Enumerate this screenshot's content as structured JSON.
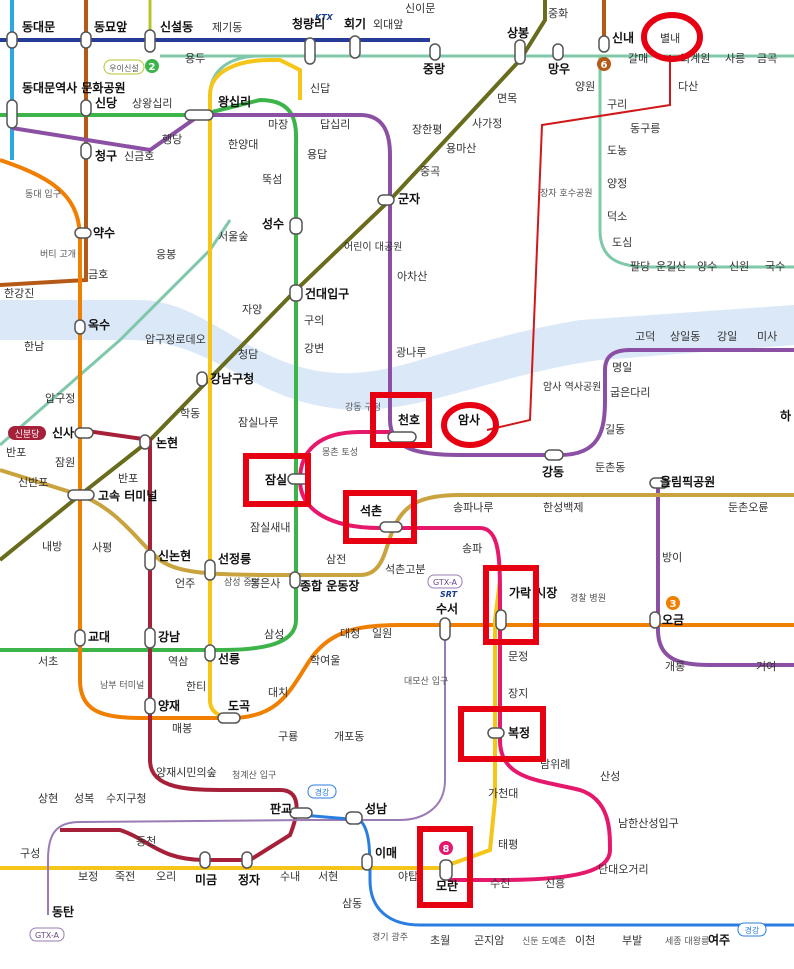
{
  "stations": {
    "dongdaemun": "동대문",
    "dongmyo": "동묘앞",
    "sinseoldong": "신설동",
    "jegidong": "제기동",
    "cheongnyangni": "청량리",
    "hoegi": "회기",
    "oedae": "외대앞",
    "sinimun": "신이문",
    "sangbong": "상봉",
    "junghwa": "중화",
    "sinnae": "신내",
    "byeollae": "별내",
    "ddp": "동대문역사 문화공원",
    "sindang": "신당",
    "sangwangsimni": "상왕십리",
    "wangsimni": "왕십리",
    "yongdu": "용두",
    "jungnang": "중랑",
    "mangu": "망우",
    "galmae": "갈매",
    "toegyewon": "퇴계원",
    "saneung": "사릉",
    "geumgok": "금곡",
    "sindap": "신답",
    "myeonmok": "면목",
    "yangwon": "양원",
    "guri": "구리",
    "dasan": "다산",
    "donggureung": "동구릉",
    "dongdaeipgu": "동대 입구",
    "cheonggu": "청구",
    "singeumho": "신금호",
    "haengdang": "행당",
    "majang": "마장",
    "dapsimni": "답십리",
    "janghanpyeong": "장한평",
    "sagajeong": "사가정",
    "yongmasan": "용마산",
    "junggok": "중곡",
    "hanyangdae": "한양대",
    "yongdap": "용답",
    "ttukseom": "뚝섬",
    "gunja": "군자",
    "yaksu": "약수",
    "seongsu": "성수",
    "seouljup": "서울숲",
    "eungbong": "응봉",
    "beotigogae": "버티 고개",
    "geumho": "금호",
    "childrenpark": "어린이 대공원",
    "achasan": "아차산",
    "janghanpyeong2": "",
    "hangangjin": "한강진",
    "geondae": "건대입구",
    "guui": "구의",
    "gangbyeon": "강변",
    "oksu": "옥수",
    "hannam": "한남",
    "apgujeongrodeo": "압구정로데오",
    "cheongdam": "청담",
    "jayang": "자양",
    "gwangnaru": "광나루",
    "gangnamgucheong": "강남구청",
    "apgujeong": "압구정",
    "hakdong": "학동",
    "jamsilnaru": "잠실나루",
    "gangdonggucheong": "강동 구청",
    "cheonho": "천호",
    "amsa": "암사",
    "amsayeoksa": "암사 역사공원",
    "sinsa": "신사",
    "nonhyeon": "논현",
    "banpo": "반포",
    "jamwon": "잠원",
    "mongchon": "몽촌 토성",
    "jamsil": "잠실",
    "gangdong": "강동",
    "dunchon": "둔촌동",
    "olympicpark": "올림픽공원",
    "dunchonoryun": "둔촌오륜",
    "gildong": "길동",
    "gubundari": "굽은다리",
    "myeongil": "명일",
    "godeok": "고덕",
    "sangil": "상일동",
    "gangil": "강일",
    "misa": "미사",
    "sinbanpo": "신반포",
    "express": "고속 터미널",
    "naebang": "내방",
    "seokchon": "석촌",
    "songpanaru": "송파나루",
    "hanseong": "한성백제",
    "jamsilsaenae": "잠실새내",
    "sapyeong": "사평",
    "sinnonhyeon": "신논현",
    "eonju": "언주",
    "seonjeongneung": "선정릉",
    "samseongjungang": "삼성 중앙",
    "bongeunsa": "봉은사",
    "sports": "종합 운동장",
    "samjeon": "삼전",
    "seokchongobun": "석촌고분",
    "songpa": "송파",
    "bangi": "방이",
    "garak": "가락 시장",
    "gyeongchal": "경찰 병원",
    "ogeum": "오금",
    "suseo": "수서",
    "gyodae": "교대",
    "gangnam": "강남",
    "yeoksam": "역삼",
    "seolleung": "선릉",
    "samseong": "삼성",
    "daecheong": "대청",
    "irwon": "일원",
    "seocho": "서초",
    "hakyeoul": "학여울",
    "munjeong": "문정",
    "daemosan": "대모산 입구",
    "gaerong": "개롱",
    "geoyeo": "거여",
    "nambu": "남부 터미널",
    "yangjae": "양재",
    "maebong": "매봉",
    "hanti": "한티",
    "dogok": "도곡",
    "daechi": "대치",
    "guryong": "구룡",
    "gaepo": "개포동",
    "jangji": "장지",
    "bokjeong": "복정",
    "yangjaecitizen": "양재시민의숲",
    "cheonggyesan": "청계산 입구",
    "namwirye": "남위례",
    "sanseong": "산성",
    "sangbukgu": "상현",
    "seongbok": "성복",
    "sujigu": "수지구청",
    "pangyo": "판교",
    "seongnam": "성남",
    "gacheon": "가천대",
    "namhansanseong": "남한산성입구",
    "dongcheon": "동천",
    "gu_seong": "구성",
    "imae": "이매",
    "taepyeong": "태평",
    "moran": "모란",
    "dandae": "단대오거리",
    "bojeong": "보정",
    "jukjeon": "죽전",
    "ori": "오리",
    "migeum": "미금",
    "jeongja": "정자",
    "sunae": "수내",
    "seohyeon": "서현",
    "yatap": "야탑",
    "sujin": "수진",
    "sinheung": "신흥",
    "dongtan": "동탄",
    "samdong": "삼동",
    "gyeonggigwangju": "경기 광주",
    "chowol": "초월",
    "gonjiam": "곤지암",
    "sindundoyechon": "신둔 도예촌",
    "icheon": "이천",
    "bubal": "부발",
    "sejong": "세종 대왕릉",
    "yeoju": "여주",
    "dosim": "도심",
    "deokso": "덕소",
    "yangjeong": "양정",
    "dodong": "도농",
    "paldang": "팔당",
    "ungilsan": "운길산",
    "yangsu": "양수",
    "sinwon": "신원",
    "guksu": "국수",
    "jangja": "장자 호수공원",
    "ha": "하"
  },
  "badges": {
    "line2": "2",
    "line3": "3",
    "line6": "6",
    "line8": "8",
    "uisinseol": "우이신설",
    "sinbundang": "신분당",
    "gyeonggang_top": "경강",
    "gyeonggang_bottom": "경강",
    "gtxa_top": "GTX-A",
    "gtxa_bottom": "GTX-A",
    "ktx": "KTX",
    "srt": "SRT"
  },
  "colors": {
    "line1": "#263c96",
    "line2": "#3cb44a",
    "line3": "#f07f00",
    "line4": "#2ca8e0",
    "line5": "#8b50a4",
    "line6": "#b55a16",
    "line7": "#686c1c",
    "line8": "#e6186c",
    "line9": "#c9a33d",
    "gyeongui": "#7fc8a9",
    "sinbundang": "#a7203a",
    "suinbundang": "#f5c518",
    "gyeonggang": "#2a7de1",
    "uisinseol": "#b7c42b",
    "river": "#dbe8f8",
    "annotation": "#e60012",
    "annotation_line": "#d01818"
  }
}
